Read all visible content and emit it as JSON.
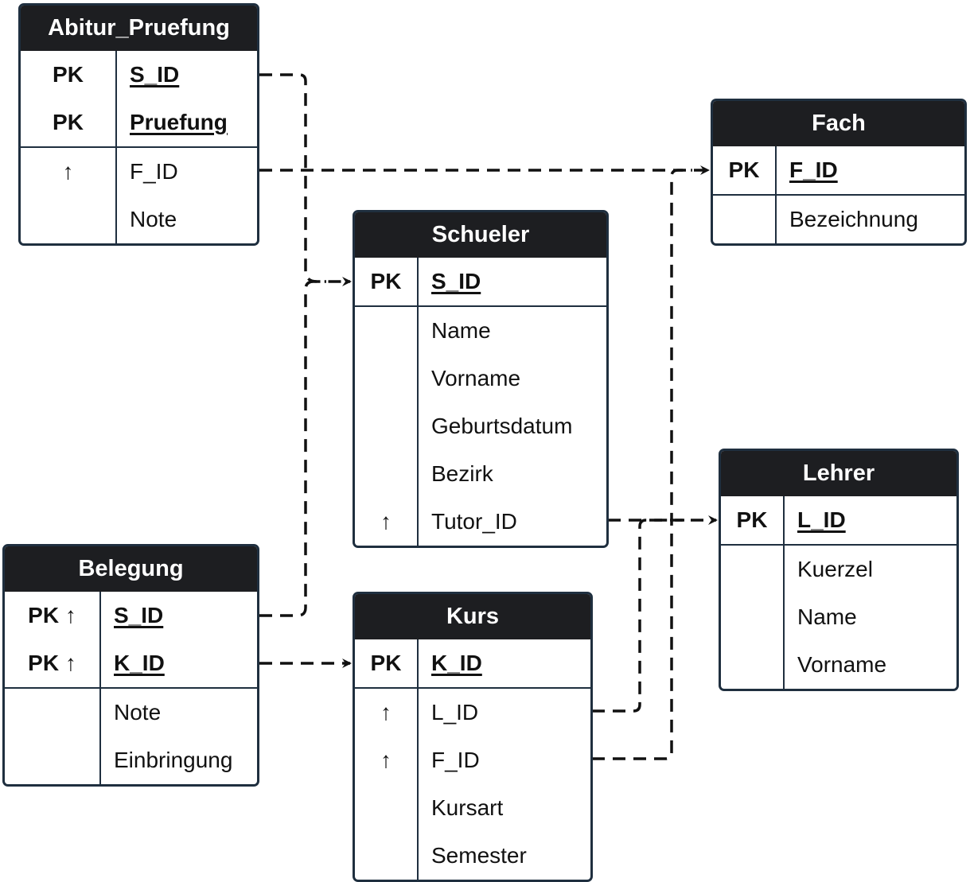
{
  "fk_glyph": "↑",
  "tables": {
    "abitur": {
      "title": "Abitur_Pruefung",
      "rows": [
        {
          "key": "PK",
          "name": "S_ID"
        },
        {
          "key": "PK",
          "name": "Pruefung"
        },
        {
          "key": "↑",
          "name": "F_ID"
        },
        {
          "key": "",
          "name": "Note"
        }
      ]
    },
    "fach": {
      "title": "Fach",
      "rows": [
        {
          "key": "PK",
          "name": "F_ID"
        },
        {
          "key": "",
          "name": "Bezeichnung"
        }
      ]
    },
    "schueler": {
      "title": "Schueler",
      "rows": [
        {
          "key": "PK",
          "name": "S_ID"
        },
        {
          "key": "",
          "name": "Name"
        },
        {
          "key": "",
          "name": "Vorname"
        },
        {
          "key": "",
          "name": "Geburtsdatum"
        },
        {
          "key": "",
          "name": "Bezirk"
        },
        {
          "key": "↑",
          "name": "Tutor_ID"
        }
      ]
    },
    "lehrer": {
      "title": "Lehrer",
      "rows": [
        {
          "key": "PK",
          "name": "L_ID"
        },
        {
          "key": "",
          "name": "Kuerzel"
        },
        {
          "key": "",
          "name": "Name"
        },
        {
          "key": "",
          "name": "Vorname"
        }
      ]
    },
    "belegung": {
      "title": "Belegung",
      "rows": [
        {
          "key": "PK ↑",
          "name": "S_ID"
        },
        {
          "key": "PK ↑",
          "name": "K_ID"
        },
        {
          "key": "",
          "name": "Note"
        },
        {
          "key": "",
          "name": "Einbringung"
        }
      ]
    },
    "kurs": {
      "title": "Kurs",
      "rows": [
        {
          "key": "PK",
          "name": "K_ID"
        },
        {
          "key": "↑",
          "name": "L_ID"
        },
        {
          "key": "↑",
          "name": "F_ID"
        },
        {
          "key": "",
          "name": "Kursart"
        },
        {
          "key": "",
          "name": "Semester"
        }
      ]
    }
  },
  "relations": [
    {
      "from": "Abitur_Pruefung.S_ID",
      "to": "Schueler.S_ID"
    },
    {
      "from": "Abitur_Pruefung.F_ID",
      "to": "Fach.F_ID"
    },
    {
      "from": "Schueler.Tutor_ID",
      "to": "Lehrer.L_ID"
    },
    {
      "from": "Belegung.S_ID",
      "to": "Schueler.S_ID"
    },
    {
      "from": "Belegung.K_ID",
      "to": "Kurs.K_ID"
    },
    {
      "from": "Kurs.L_ID",
      "to": "Lehrer.L_ID"
    },
    {
      "from": "Kurs.F_ID",
      "to": "Fach.F_ID"
    }
  ]
}
